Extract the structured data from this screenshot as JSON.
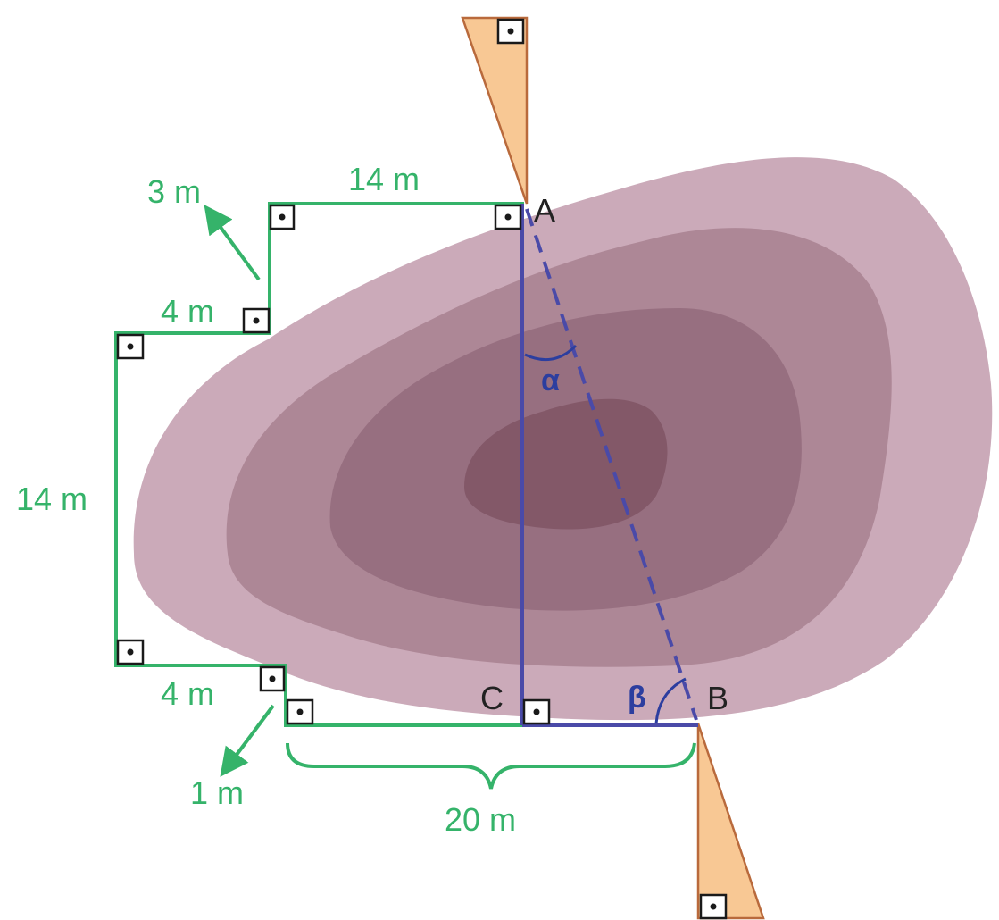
{
  "colors": {
    "path_green": "#35b36a",
    "line_blue": "#4a4aa8",
    "angle_blue": "#2c3e9f",
    "wedge_fill": "#f8c894",
    "wedge_stroke": "#b96a3c",
    "contour_1": "#cbaab9",
    "contour_2": "#ad8796",
    "contour_3": "#976f80",
    "contour_4": "#835868"
  },
  "labels": {
    "top": "14 m",
    "step_up": "3 m",
    "step_left": "4 m",
    "left": "14 m",
    "bottom_left": "4 m",
    "step_down": "1 m",
    "base": "20 m"
  },
  "points": {
    "a": "A",
    "b": "B",
    "c": "C"
  },
  "angles": {
    "alpha": "α",
    "beta": "β"
  }
}
